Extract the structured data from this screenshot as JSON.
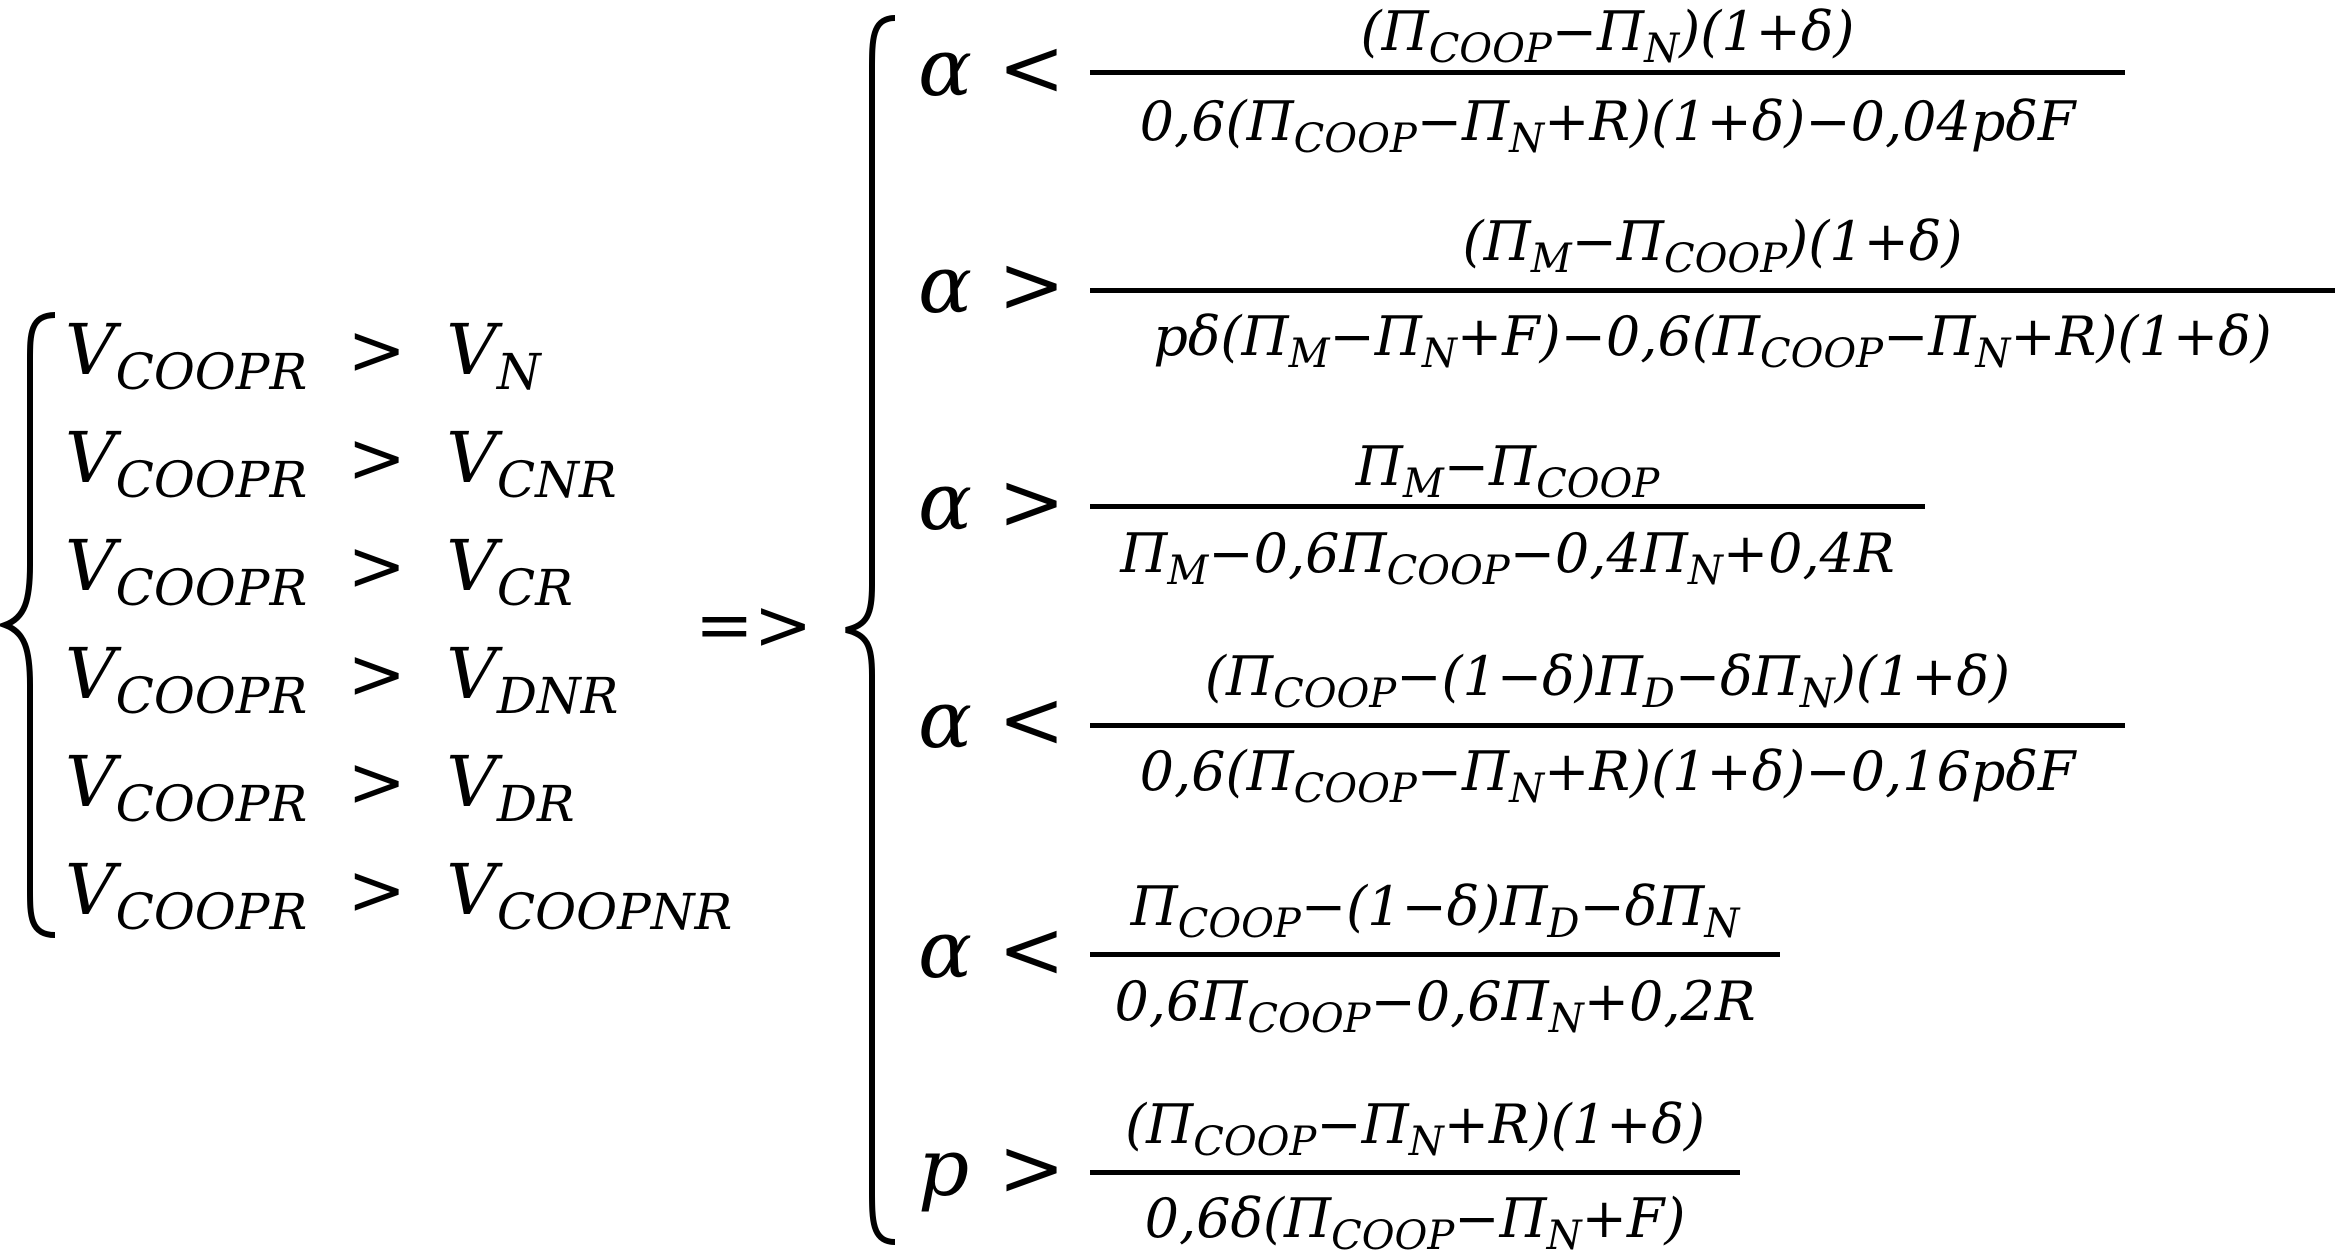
{
  "left_system": {
    "conditions": [
      {
        "lhs": "V",
        "lhs_sub": "COOPR",
        "op": ">",
        "rhs": "V",
        "rhs_sub": "N"
      },
      {
        "lhs": "V",
        "lhs_sub": "COOPR",
        "op": ">",
        "rhs": "V",
        "rhs_sub": "CNR"
      },
      {
        "lhs": "V",
        "lhs_sub": "COOPR",
        "op": ">",
        "rhs": "V",
        "rhs_sub": "CR"
      },
      {
        "lhs": "V",
        "lhs_sub": "COOPR",
        "op": ">",
        "rhs": "V",
        "rhs_sub": "DNR"
      },
      {
        "lhs": "V",
        "lhs_sub": "COOPR",
        "op": ">",
        "rhs": "V",
        "rhs_sub": "DR"
      },
      {
        "lhs": "V",
        "lhs_sub": "COOPR",
        "op": ">",
        "rhs": "V",
        "rhs_sub": "COOPNR"
      }
    ]
  },
  "implies": "=>",
  "right_system": {
    "inequalities": [
      {
        "lhs": "α",
        "op": "<",
        "numerator": [
          [
            "(Π",
            ""
          ],
          [
            "COOP",
            "s"
          ],
          [
            "−Π",
            ""
          ],
          [
            "N",
            "s"
          ],
          [
            ")(1+δ)",
            ""
          ]
        ],
        "denominator": [
          [
            "0,6(Π",
            ""
          ],
          [
            "COOP",
            "s"
          ],
          [
            "−Π",
            ""
          ],
          [
            "N",
            "s"
          ],
          [
            "+R)(1+δ)−0,04pδF",
            ""
          ]
        ]
      },
      {
        "lhs": "α",
        "op": ">",
        "numerator": [
          [
            "(Π",
            ""
          ],
          [
            "M",
            "s"
          ],
          [
            "−Π",
            ""
          ],
          [
            "COOP",
            "s"
          ],
          [
            ")(1+δ)",
            ""
          ]
        ],
        "denominator": [
          [
            "pδ(Π",
            ""
          ],
          [
            "M",
            "s"
          ],
          [
            "−Π",
            ""
          ],
          [
            "N",
            "s"
          ],
          [
            "+F)−0,6(Π",
            ""
          ],
          [
            "COOP",
            "s"
          ],
          [
            "−Π",
            ""
          ],
          [
            "N",
            "s"
          ],
          [
            "+R)(1+δ)",
            ""
          ]
        ]
      },
      {
        "lhs": "α",
        "op": ">",
        "numerator": [
          [
            "Π",
            ""
          ],
          [
            "M",
            "s"
          ],
          [
            "−Π",
            ""
          ],
          [
            "COOP",
            "s"
          ]
        ],
        "denominator": [
          [
            "Π",
            ""
          ],
          [
            "M",
            "s"
          ],
          [
            "−0,6Π",
            ""
          ],
          [
            "COOP",
            "s"
          ],
          [
            "−0,4Π",
            ""
          ],
          [
            "N",
            "s"
          ],
          [
            "+0,4R",
            ""
          ]
        ]
      },
      {
        "lhs": "α",
        "op": "<",
        "numerator": [
          [
            "(Π",
            ""
          ],
          [
            "COOP",
            "s"
          ],
          [
            "−(1−δ)Π",
            ""
          ],
          [
            "D",
            "s"
          ],
          [
            "−δΠ",
            ""
          ],
          [
            "N",
            "s"
          ],
          [
            ")(1+δ)",
            ""
          ]
        ],
        "denominator": [
          [
            "0,6(Π",
            ""
          ],
          [
            "COOP",
            "s"
          ],
          [
            "−Π",
            ""
          ],
          [
            "N",
            "s"
          ],
          [
            "+R)(1+δ)−0,16pδF",
            ""
          ]
        ]
      },
      {
        "lhs": "α",
        "op": "<",
        "numerator": [
          [
            "Π",
            ""
          ],
          [
            "COOP",
            "s"
          ],
          [
            "−(1−δ)Π",
            ""
          ],
          [
            "D",
            "s"
          ],
          [
            "−δΠ",
            ""
          ],
          [
            "N",
            "s"
          ]
        ],
        "denominator": [
          [
            "0,6Π",
            ""
          ],
          [
            "COOP",
            "s"
          ],
          [
            "−0,6Π",
            ""
          ],
          [
            "N",
            "s"
          ],
          [
            "+0,2R",
            ""
          ]
        ]
      },
      {
        "lhs": "p",
        "op": ">",
        "numerator": [
          [
            "(Π",
            ""
          ],
          [
            "COOP",
            "s"
          ],
          [
            "−Π",
            ""
          ],
          [
            "N",
            "s"
          ],
          [
            "+R)(1+δ)",
            ""
          ]
        ],
        "denominator": [
          [
            "0,6δ(Π",
            ""
          ],
          [
            "COOP",
            "s"
          ],
          [
            "−Π",
            ""
          ],
          [
            "N",
            "s"
          ],
          [
            "+F)",
            ""
          ]
        ]
      }
    ]
  }
}
